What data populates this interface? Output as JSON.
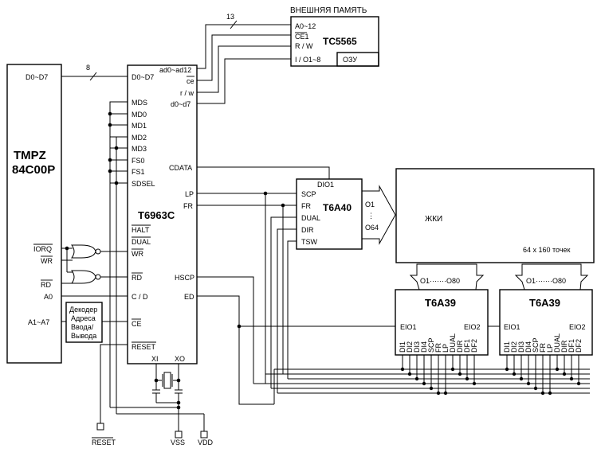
{
  "external_memory": {
    "caption": "ВНЕШНЯЯ ПАМЯТЬ",
    "chip": "TC5565",
    "ram_label": "ОЗУ",
    "pins": [
      "A0~12",
      "CE1",
      "R / W",
      "I / O1~8"
    ]
  },
  "address_bus_width": "13",
  "data_bus_width": "8",
  "cpu": {
    "name_line1": "TMPZ",
    "name_line2": "84C00P",
    "pins": {
      "data": "D0~D7",
      "iorq": "IORQ",
      "wr": "WR",
      "rd": "RD",
      "a0": "A0",
      "a1_a7": "A1~A7"
    }
  },
  "decoder": {
    "lines": [
      "Декодер",
      "Адреса",
      "Ввода/",
      "Вывода"
    ]
  },
  "controller": {
    "name": "T6963C",
    "left_pins": [
      "D0~D7",
      "MDS",
      "MD0",
      "MD1",
      "MD2",
      "MD3",
      "FS0",
      "FS1",
      "SDSEL",
      "HALT",
      "DUAL",
      "WR",
      "RD",
      "C / D",
      "CE",
      "RESET"
    ],
    "right_pins": [
      "ad0~ad12",
      "ce",
      "r / w",
      "d0~d7",
      "CDATA",
      "LP",
      "FR",
      "HSCP",
      "ED"
    ],
    "bottom_pins": [
      "XI",
      "XO"
    ]
  },
  "t6a40": {
    "name": "T6A40",
    "top_pin": "DIO1",
    "left_pins": [
      "SCP",
      "FR",
      "DUAL",
      "DIR",
      "TSW"
    ],
    "outputs": [
      "O1",
      "⋮",
      "O64"
    ]
  },
  "lcd": {
    "label": "ЖКИ",
    "size": "64 x 160 точек"
  },
  "t6a39_1": {
    "name": "T6A39",
    "outputs": "O1·······O80",
    "eio1": "EIO1",
    "eio2": "EIO2",
    "pins": [
      "DI1",
      "DI2",
      "DI3",
      "DI4",
      "SCP",
      "FR",
      "LP",
      "DUAL",
      "DIR",
      "DF1",
      "DF2"
    ]
  },
  "t6a39_2": {
    "name": "T6A39",
    "outputs": "O1·······O80",
    "eio1": "EIO1",
    "eio2": "EIO2",
    "pins": [
      "DI1",
      "DI2",
      "DI3",
      "DI4",
      "SCP",
      "FR",
      "LP",
      "DUAL",
      "DIR",
      "DF1",
      "DF2"
    ]
  },
  "terminals": {
    "reset": "RESET",
    "vss": "VSS",
    "vdd": "VDD"
  }
}
